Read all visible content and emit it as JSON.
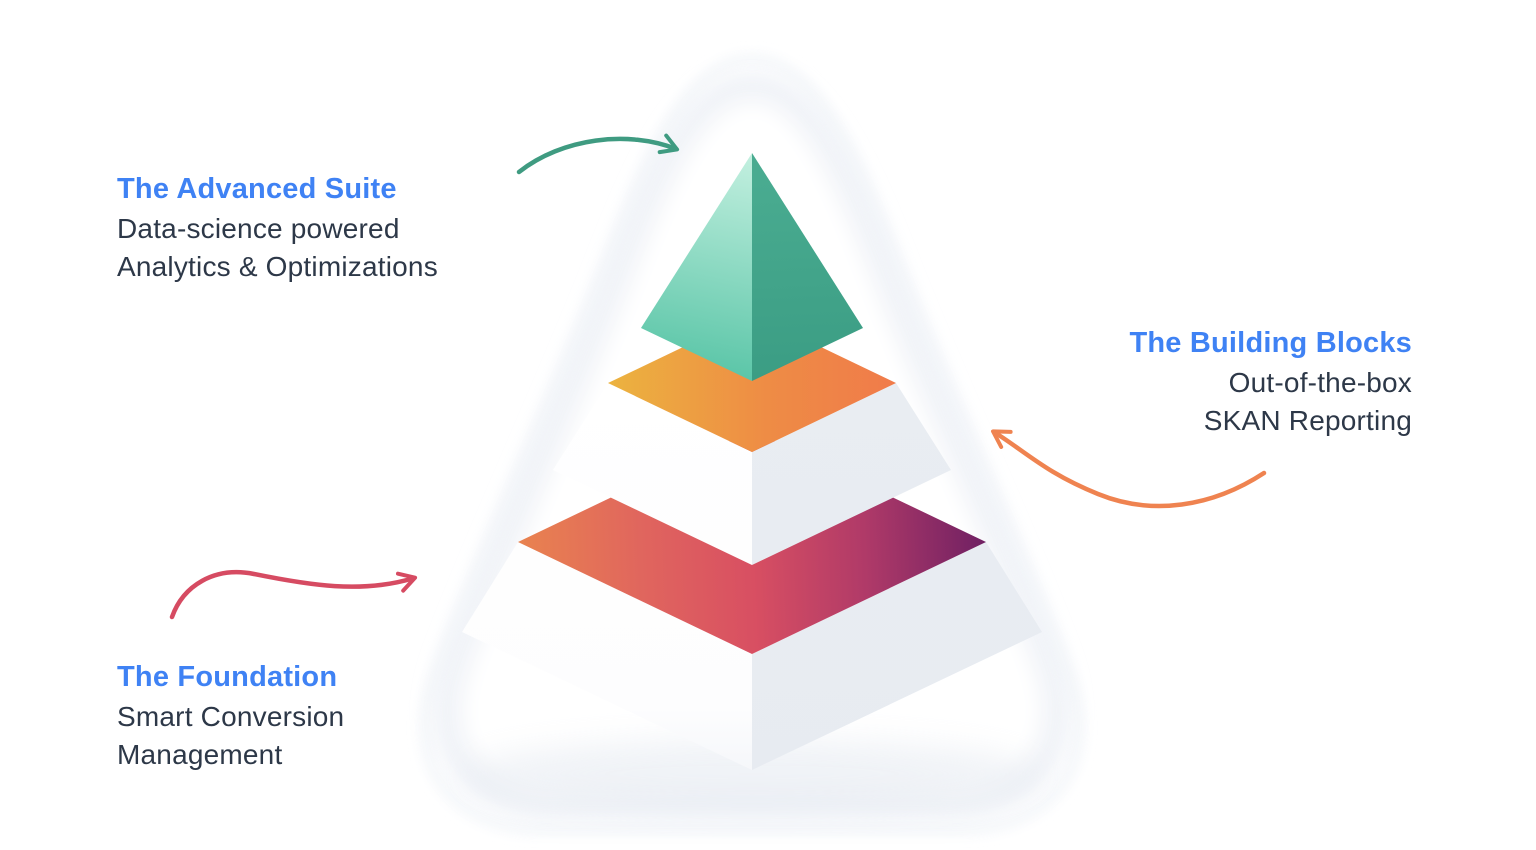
{
  "diagram": {
    "type": "isometric-pyramid-infographic",
    "background_color": "#ffffff",
    "text_color": "#2d3848",
    "title_color": "#3f82f4"
  },
  "labels": {
    "advanced_suite": {
      "title": "The Advanced Suite",
      "line1": "Data-science powered",
      "line2": "Analytics & Optimizations",
      "arrow_color": "#3f9b81",
      "arrow_points_to": "top tier"
    },
    "building_blocks": {
      "title": "The Building Blocks",
      "line1": "Out-of-the-box",
      "line2": "SKAN Reporting",
      "arrow_color": "#ef8350",
      "arrow_points_to": "middle tier"
    },
    "foundation": {
      "title": "The Foundation",
      "line1": "Smart Conversion",
      "line2": "Management",
      "arrow_color": "#d64b62",
      "arrow_points_to": "bottom tier"
    }
  },
  "pyramid": {
    "tiers": [
      {
        "position": "top",
        "label": "The Advanced Suite",
        "shape": "pyramid cap",
        "left_face_colors": [
          "#bceede",
          "#52c2a3"
        ],
        "right_face_colors": [
          "#47aa8f",
          "#3a9c83"
        ]
      },
      {
        "position": "middle",
        "label": "The Building Blocks",
        "shape": "frustum",
        "top_band_colors": [
          "#ecb33f",
          "#f07b4a"
        ],
        "left_face_color": "#ffffff",
        "right_face_color": "#e9edf2"
      },
      {
        "position": "bottom",
        "label": "The Foundation",
        "shape": "frustum",
        "top_band_colors": [
          "#e9834f",
          "#d84f62",
          "#6f2063"
        ],
        "left_face_color": "#ffffff",
        "right_face_color": "#e9edf2"
      }
    ],
    "glow_color": "#e9edf4"
  }
}
